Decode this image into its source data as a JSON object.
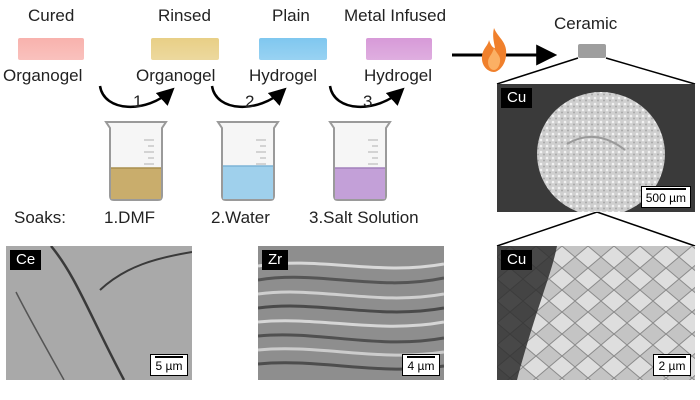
{
  "stages": [
    {
      "top": "Cured",
      "bottom": "Organogel",
      "color": "#f8b2ad"
    },
    {
      "top": "Rinsed",
      "bottom": "Organogel",
      "color": "#e8cf86"
    },
    {
      "top": "Plain",
      "bottom": "Hydrogel",
      "color": "#7fc7ef"
    },
    {
      "top": "Metal Infused",
      "bottom": "Hydrogel",
      "color": "#d79ad8"
    }
  ],
  "steps": [
    "1",
    "2",
    "3"
  ],
  "ceramic": {
    "label": "Ceramic",
    "color": "#9e9e9e"
  },
  "flame_icon": "flame-icon",
  "soaks": {
    "title": "Soaks:",
    "items": [
      "1.DMF",
      "2.Water",
      "3.Salt Solution"
    ],
    "liquid_colors": [
      "#c9ad6c",
      "#9fd0ec",
      "#c3a0d8"
    ]
  },
  "sem_images": {
    "cu_top": {
      "tag": "Cu",
      "scale": "500 µm"
    },
    "ce": {
      "tag": "Ce",
      "scale": "5 µm"
    },
    "zr": {
      "tag": "Zr",
      "scale": "4 µm"
    },
    "cu_bottom": {
      "tag": "Cu",
      "scale": "2 µm"
    }
  }
}
